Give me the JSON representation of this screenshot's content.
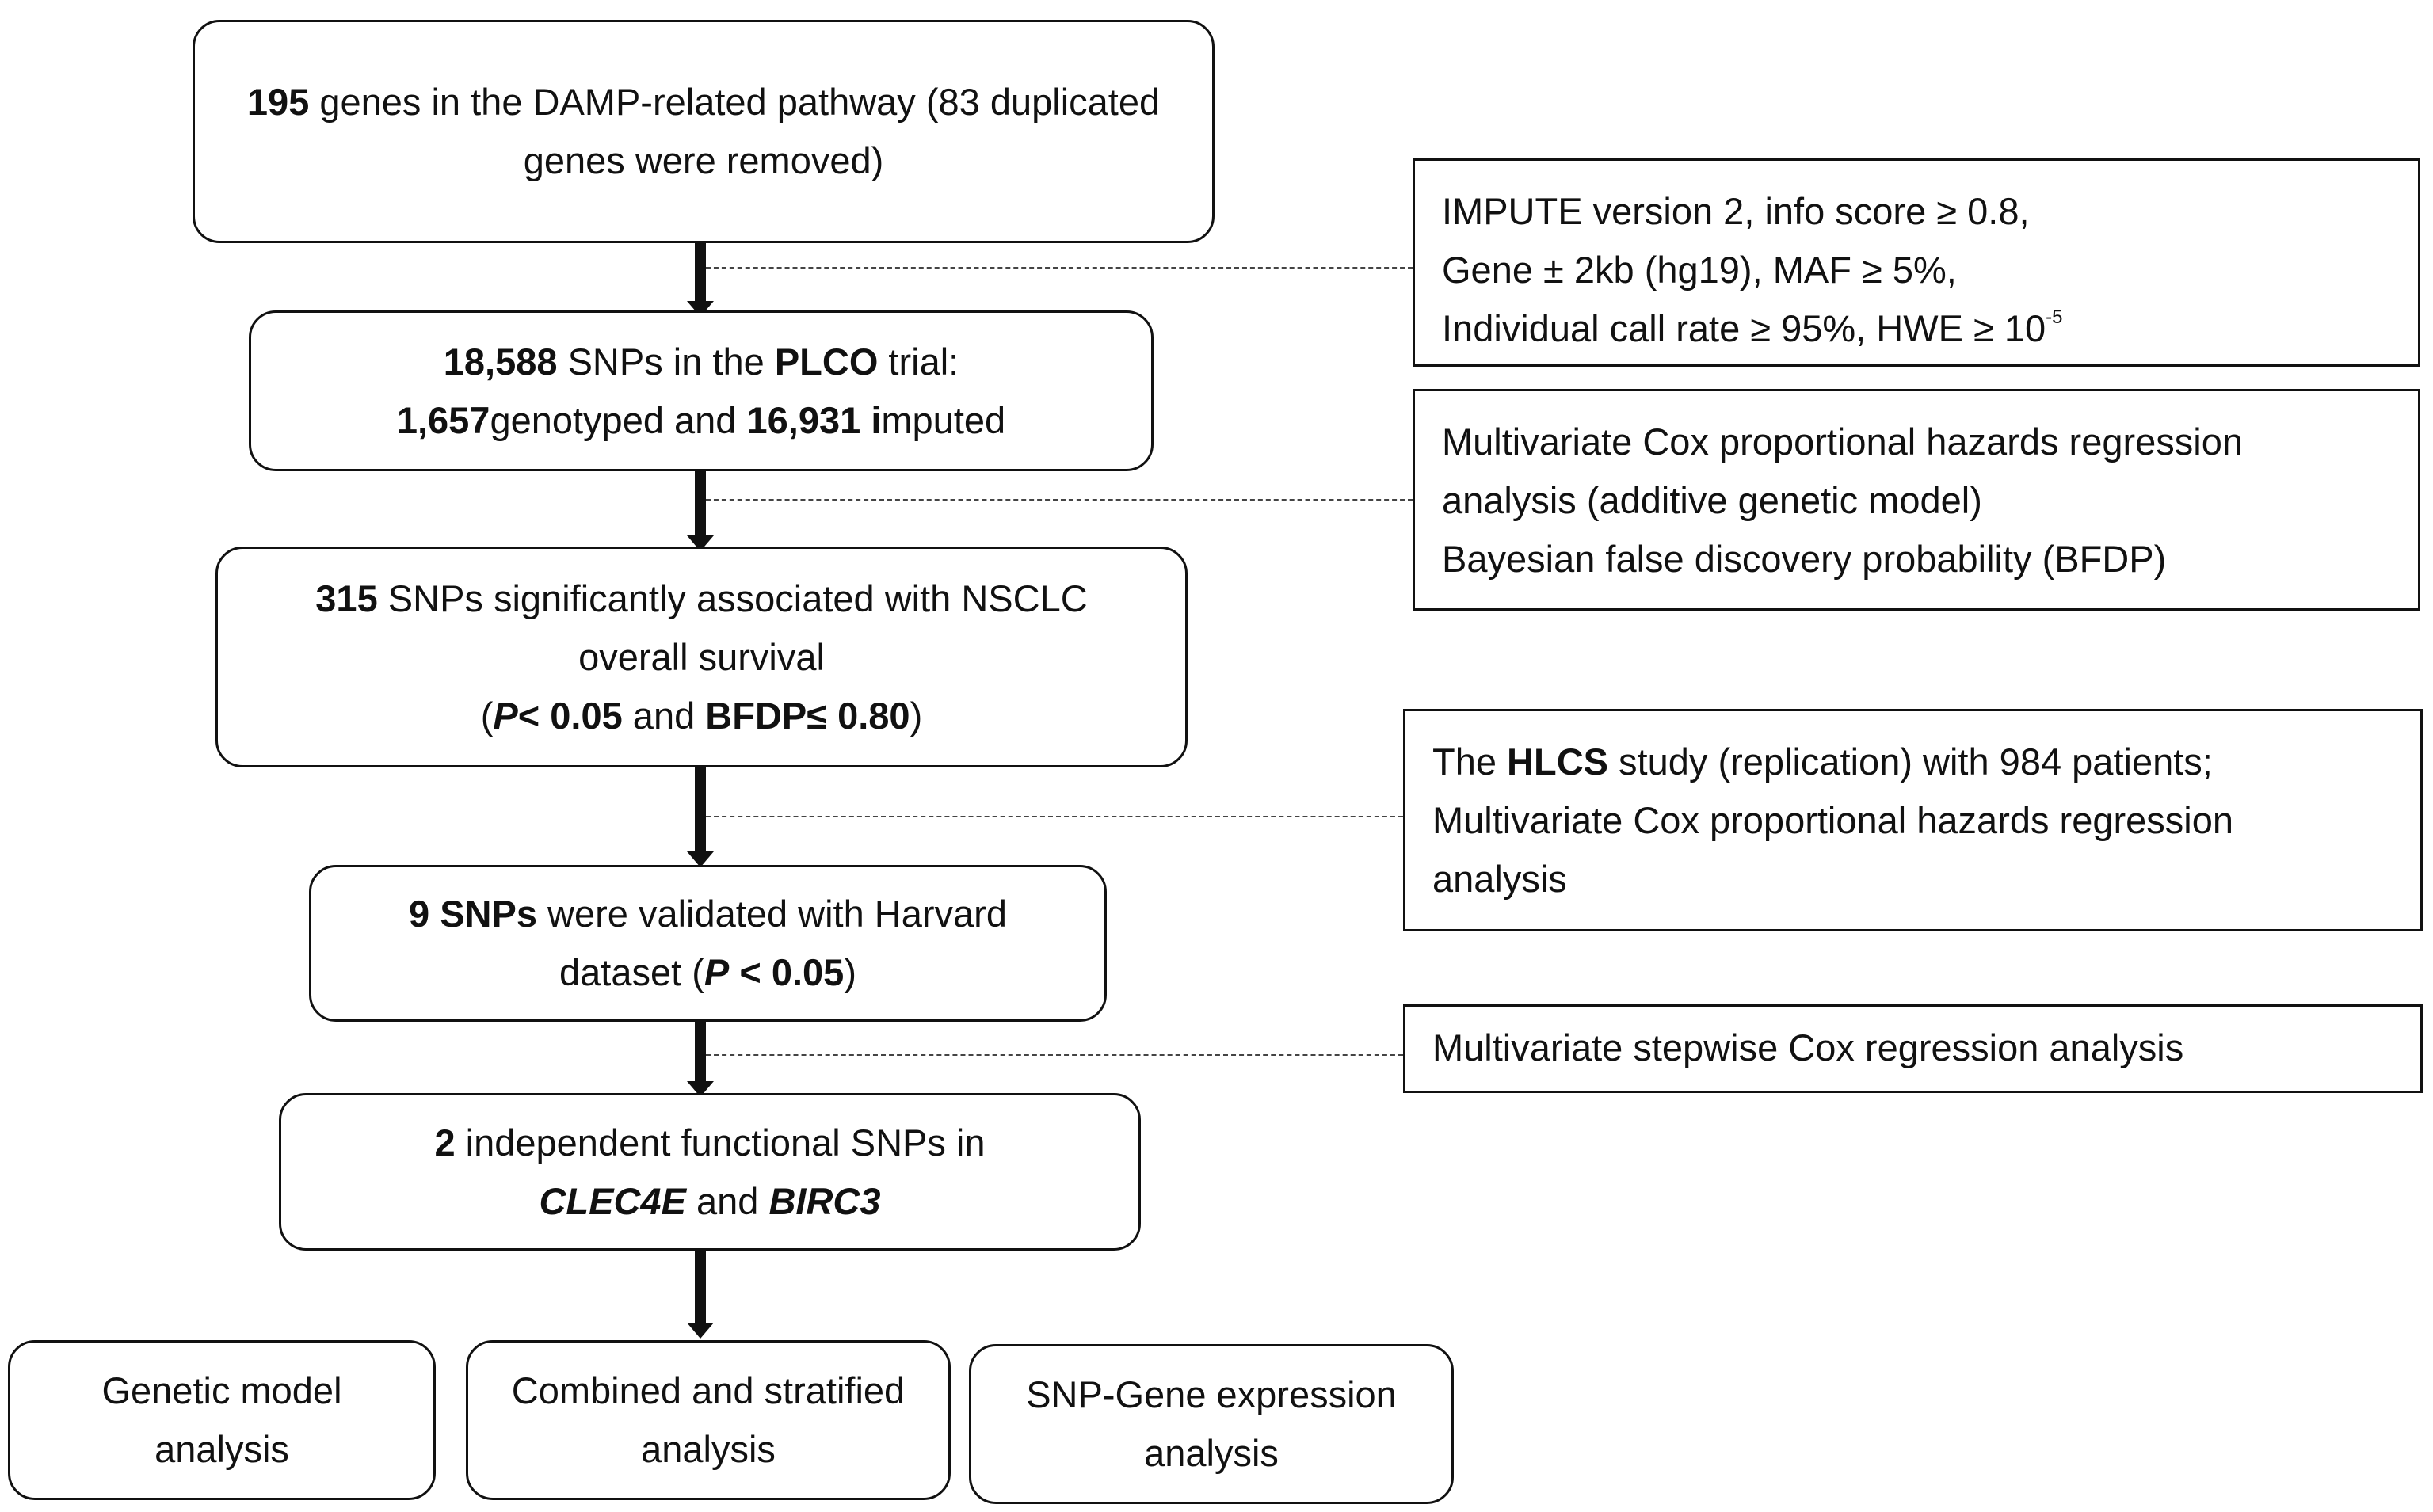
{
  "flow": {
    "step1": {
      "bold1": "195",
      "text1": " genes in the DAMP-related pathway (83 duplicated",
      "line2": "genes were removed)"
    },
    "step2": {
      "bold1": "18,588",
      "text1": " SNPs in the ",
      "bold2": "PLCO",
      "text2": " trial:",
      "bold3": "1,657",
      "text3": "genotyped and ",
      "bold4": "16,931 i",
      "text4": "mputed"
    },
    "step3": {
      "bold1": "315",
      "text1": " SNPs significantly associated with NSCLC",
      "line2": "overall survival",
      "open": "(",
      "pital": "P",
      "bold2": "< 0.05",
      "mid": " and ",
      "bold3": "BFDP≤ 0.80",
      "close": ")"
    },
    "step4": {
      "bold1": "9 SNPs",
      "text1": " were validated with Harvard",
      "text2": "dataset (",
      "pital": "P",
      "bold2": " < 0.05",
      "close": ")"
    },
    "step5": {
      "bold1": "2",
      "text1": " independent functional SNPs in",
      "gene1": "CLEC4E",
      "mid": " and ",
      "gene2": "BIRC3"
    }
  },
  "outcomes": [
    {
      "line1": "Genetic model",
      "line2": "analysis"
    },
    {
      "line1": "Combined and stratified",
      "line2": "analysis"
    },
    {
      "line1": "SNP-Gene expression",
      "line2": "analysis"
    }
  ],
  "criteria": {
    "c1": {
      "line1": "IMPUTE version 2, info score ≥ 0.8,",
      "line2": "Gene ± 2kb (hg19), MAF ≥ 5%,",
      "line3": "Individual call rate ≥ 95%, HWE ≥ 10",
      "exp": "-5"
    },
    "c2": {
      "line1": "Multivariate Cox proportional hazards regression",
      "line2": "analysis (additive genetic model)",
      "line3": "Bayesian false discovery probability (BFDP)"
    },
    "c3": {
      "pre": "The ",
      "bold": "HLCS",
      "post": " study (replication) with 984 patients;",
      "line2": "Multivariate Cox proportional hazards regression",
      "line3": "analysis"
    },
    "c4": {
      "line1": "Multivariate stepwise Cox regression analysis"
    }
  }
}
